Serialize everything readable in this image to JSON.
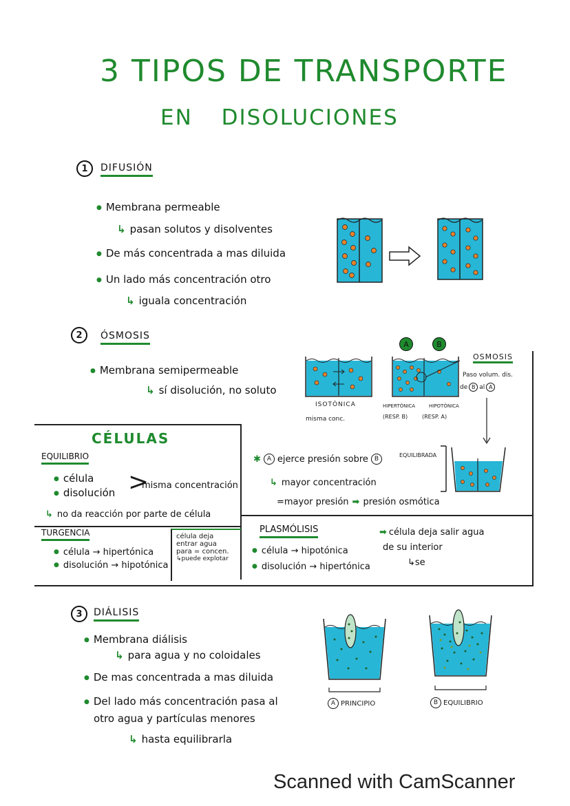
{
  "title": {
    "line1": "3 TIPOS DE TRANSPORTE",
    "line2": "EN DISOLUCIONES"
  },
  "difusion": {
    "number": "1",
    "heading": "DIFUSIÓN",
    "b1": "Membrana permeable",
    "b1_sub": "pasan solutos y disolventes",
    "b2": "De más concentrada a mas diluida",
    "b3": "Un lado más concentración otro",
    "b3_sub": "iguala concentración"
  },
  "osmosis": {
    "number": "2",
    "heading": "ÓSMOSIS",
    "b1": "Membrana semipermeable",
    "b1_sub": "sí disolución, no soluto",
    "label_iso": "ISOTÓNICA",
    "label_iso_sub": "misma conc.",
    "label_hiper": "HIPERTÓNICA",
    "label_hipo": "HIPOTÓNICA",
    "label_resp_b": "(RESP. B)",
    "label_resp_a": "(RESP. A)",
    "badge_a": "A",
    "badge_b": "B",
    "side_title": "OSMOSIS",
    "side_1": "Paso volum. dis.",
    "side_2": "de",
    "side_b": "B",
    "side_3": "al",
    "side_a": "A",
    "equilibrada": "EQUILIBRADA"
  },
  "celulas": {
    "title": "CÉLULAS",
    "equilibrio": "EQUILIBRIO",
    "eq_1": "célula",
    "eq_2": "disolución",
    "eq_brace": "misma concentración",
    "eq_note": "no da reacción por parte de célula",
    "turgencia": "TURGENCIA",
    "turg_1": "célula → hipertónica",
    "turg_2": "disolución → hipotónica",
    "turg_box_1": "célula deja",
    "turg_box_2": "entrar agua",
    "turg_box_3": "para = concen.",
    "turg_box_4": "↳puede explotar",
    "presion_a": "A",
    "presion_1": "ejerce presión sobre",
    "presion_b": "B",
    "presion_2": "mayor concentración",
    "presion_3": "=mayor presión",
    "presion_4": "presión osmótica",
    "plasmolisis": "PLASMÓLISIS",
    "plas_1": "célula → hipotónica",
    "plas_2": "disolución → hipertónica",
    "plas_r1": "célula deja salir agua",
    "plas_r2": "de su interior",
    "plas_r3": "↳se"
  },
  "dialisis": {
    "number": "3",
    "heading": "DIÁLISIS",
    "b1": "Membrana diálisis",
    "b1_sub": "para agua y no coloidales",
    "b2": "De mas concentrada a mas diluida",
    "b3_l1": "Del lado más concentración pasa al",
    "b3_l2": "otro agua y partículas menores",
    "b3_sub": "hasta equilibrarla",
    "label_a": "A",
    "label_a_text": "PRINCIPIO",
    "label_b": "B",
    "label_b_text": "EQUILIBRIO"
  },
  "footer": "Scanned with CamScanner",
  "colors": {
    "green": "#1f8a2e",
    "water": "#28b6d6",
    "orange": "#e8822a",
    "dark": "#1a1a1a"
  }
}
